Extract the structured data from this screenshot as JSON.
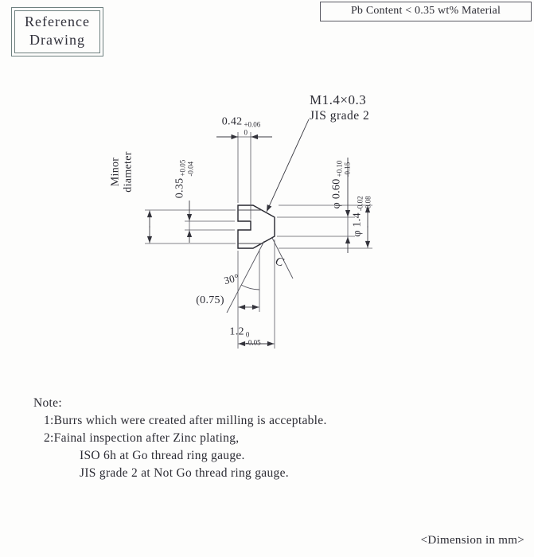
{
  "header": {
    "reference_drawing": {
      "line1": "Reference",
      "line2": "Drawing"
    },
    "pb_content": "Pb Content < 0.35 wt% Material"
  },
  "drawing": {
    "thread_callout": {
      "line1": "M1.4×0.3",
      "line2": "JIS grade 2"
    },
    "dims": {
      "slot_depth": {
        "value": "0.42",
        "tol_upper": "+0.06",
        "tol_lower": "0"
      },
      "slot_width": {
        "value": "0.35",
        "tol_upper": "+0.05",
        "tol_lower": "-0.04"
      },
      "tip_diameter": {
        "value": "φ 0.60",
        "tol_upper": "+0.10",
        "tol_lower": "-0.15"
      },
      "major_diameter": {
        "value": "φ 1.4",
        "tol_upper": "-0.02",
        "tol_lower": "-0.08"
      },
      "length_ref": {
        "value": "(0.75)"
      },
      "overall_length": {
        "value": "1.2",
        "tol_upper": "0",
        "tol_lower": "-0.05"
      },
      "chamfer_angle": "30°",
      "chamfer_label": "C",
      "minor_diameter_label": {
        "line1": "Minor",
        "line2": "diameter"
      }
    }
  },
  "notes": {
    "title": "Note:",
    "line1": "1:Burrs which were created after milling is acceptable.",
    "line2": "2:Fainal inspection after Zinc plating,",
    "line3": "ISO 6h at Go thread ring gauge.",
    "line4": "JIS grade 2 at Not Go thread ring gauge."
  },
  "footer": {
    "dimension_note": "<Dimension in mm>"
  }
}
